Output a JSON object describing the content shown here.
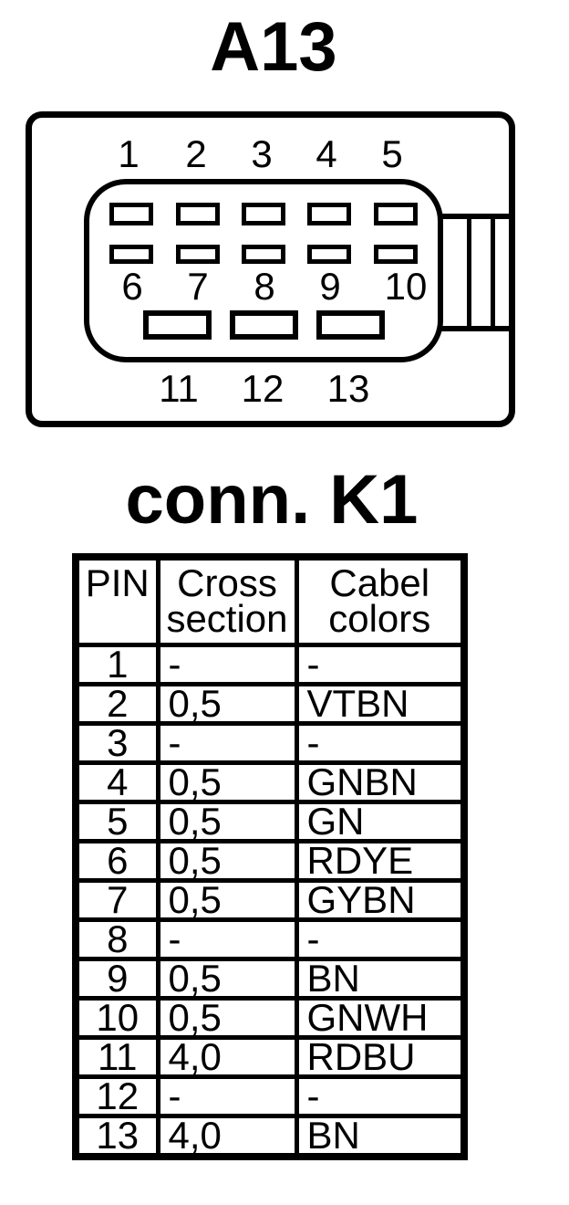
{
  "page": {
    "background_color": "#ffffff",
    "line_color": "#000000"
  },
  "connector": {
    "title": "A13",
    "pin_labels": {
      "top": [
        "1",
        "2",
        "3",
        "4",
        "5"
      ],
      "middle": [
        "6",
        "7",
        "8",
        "9",
        "10"
      ],
      "bottom": [
        "11",
        "12",
        "13"
      ]
    }
  },
  "table": {
    "title": "conn. K1",
    "headers": [
      "PIN",
      "Cross\nsection",
      "Cabel\ncolors"
    ],
    "rows": [
      {
        "pin": "1",
        "cross_section": "-",
        "cable_color": "-"
      },
      {
        "pin": "2",
        "cross_section": "0,5",
        "cable_color": "VTBN"
      },
      {
        "pin": "3",
        "cross_section": "-",
        "cable_color": "-"
      },
      {
        "pin": "4",
        "cross_section": "0,5",
        "cable_color": "GNBN"
      },
      {
        "pin": "5",
        "cross_section": "0,5",
        "cable_color": "GN"
      },
      {
        "pin": "6",
        "cross_section": "0,5",
        "cable_color": "RDYE"
      },
      {
        "pin": "7",
        "cross_section": "0,5",
        "cable_color": "GYBN"
      },
      {
        "pin": "8",
        "cross_section": "-",
        "cable_color": "-"
      },
      {
        "pin": "9",
        "cross_section": "0,5",
        "cable_color": "BN"
      },
      {
        "pin": "10",
        "cross_section": "0,5",
        "cable_color": "GNWH"
      },
      {
        "pin": "11",
        "cross_section": "4,0",
        "cable_color": "RDBU"
      },
      {
        "pin": "12",
        "cross_section": "-",
        "cable_color": "-"
      },
      {
        "pin": "13",
        "cross_section": "4,0",
        "cable_color": "BN"
      }
    ]
  }
}
